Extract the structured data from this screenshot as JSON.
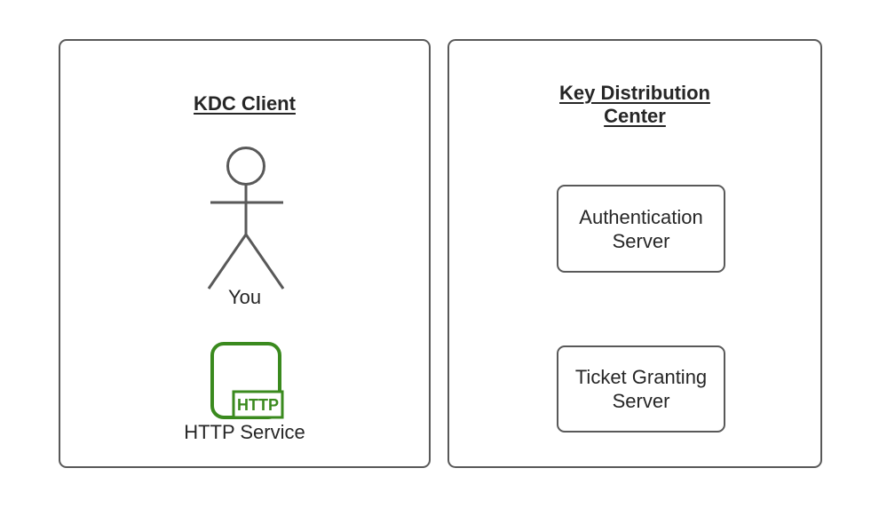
{
  "colors": {
    "background": "#ffffff",
    "shape_border": "#595959",
    "text": "#262626",
    "accent_green": "#3a8a1e"
  },
  "left_panel": {
    "title": "KDC Client",
    "actor": {
      "icon": "person-icon",
      "label": "You"
    },
    "http_service": {
      "icon": "http-service-icon",
      "badge_text": "HTTP",
      "label": "HTTP Service"
    }
  },
  "right_panel": {
    "title": "Key Distribution Center",
    "servers": [
      {
        "label": "Authentication Server"
      },
      {
        "label": "Ticket Granting Server"
      }
    ]
  }
}
